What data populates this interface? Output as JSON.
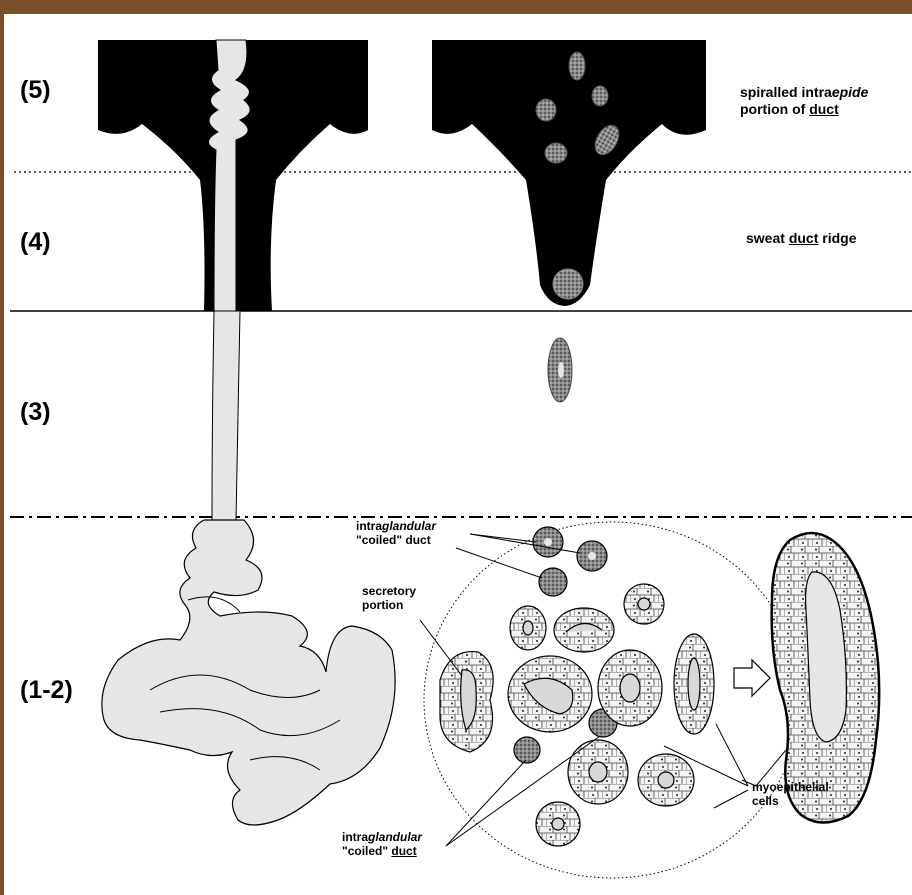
{
  "layers": {
    "l5": "(5)",
    "l4": "(4)",
    "l3": "(3)",
    "l12": "(1-2)"
  },
  "labels": {
    "spiral_line1_a": "spiralled intra",
    "spiral_line1_b": "epide",
    "spiral_line2_a": "portion of ",
    "spiral_line2_b": "duct",
    "ridge_a": "sweat ",
    "ridge_b": "duct",
    "ridge_c": " ridge",
    "top_intra_a": "intra",
    "top_intra_b": "glandular",
    "top_coiled": "\"coiled\" duct",
    "secretory_1": "secretory",
    "secretory_2": "portion",
    "myo_1": "myoepithelial",
    "myo_2": "cells",
    "bot_intra_a": "intra",
    "bot_intra_b": "glandular",
    "bot_coiled_a": "\"coiled\" ",
    "bot_coiled_b": "duct"
  },
  "colors": {
    "frame": "#7a4f2c",
    "epidermis": "#000000",
    "duct": "#e6e6e6"
  }
}
